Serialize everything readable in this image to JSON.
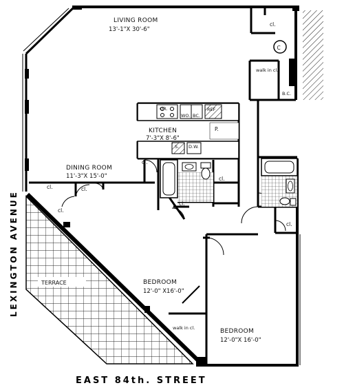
{
  "rooms": {
    "living_room": {
      "name": "LIVING ROOM",
      "dims": "13'-1\"X 30'-6\""
    },
    "kitchen": {
      "name": "KITCHEN",
      "dims": "7'-3\"X 8'-6\""
    },
    "dining_room": {
      "name": "DINING ROOM",
      "dims": "11'-3\"X 15'-0\""
    },
    "bedroom_1": {
      "name": "BEDROOM",
      "dims": "12'-0\" X16'-0\""
    },
    "bedroom_2": {
      "name": "BEDROOM",
      "dims": "12'-0\"X 16'-0\""
    }
  },
  "closets": {
    "top_right": "cl.",
    "walk_in_top": "walk in cl.",
    "bc": "B.C.",
    "dining_1": "cl.",
    "dining_2": "cl.",
    "dining_3": "cl.",
    "kitchen_corner": "cl.",
    "bath_cl": "cl.",
    "hall_cl": "cl.",
    "bath2_cl": "cl.",
    "walk_in_bedroom": "walk in cl."
  },
  "kitchen_fixtures": {
    "oven": "OR.",
    "wo": "WO.",
    "bc": "BC.",
    "ref": "REF",
    "pantry": "P.",
    "sink": "S.",
    "dw": "D.W."
  },
  "symbols": {
    "compactor": "C"
  },
  "outdoor": {
    "terrace": "TERRACE"
  },
  "streets": {
    "east_street": "EAST   84th.   STREET",
    "avenue": "LEXINGTON AVENUE"
  }
}
